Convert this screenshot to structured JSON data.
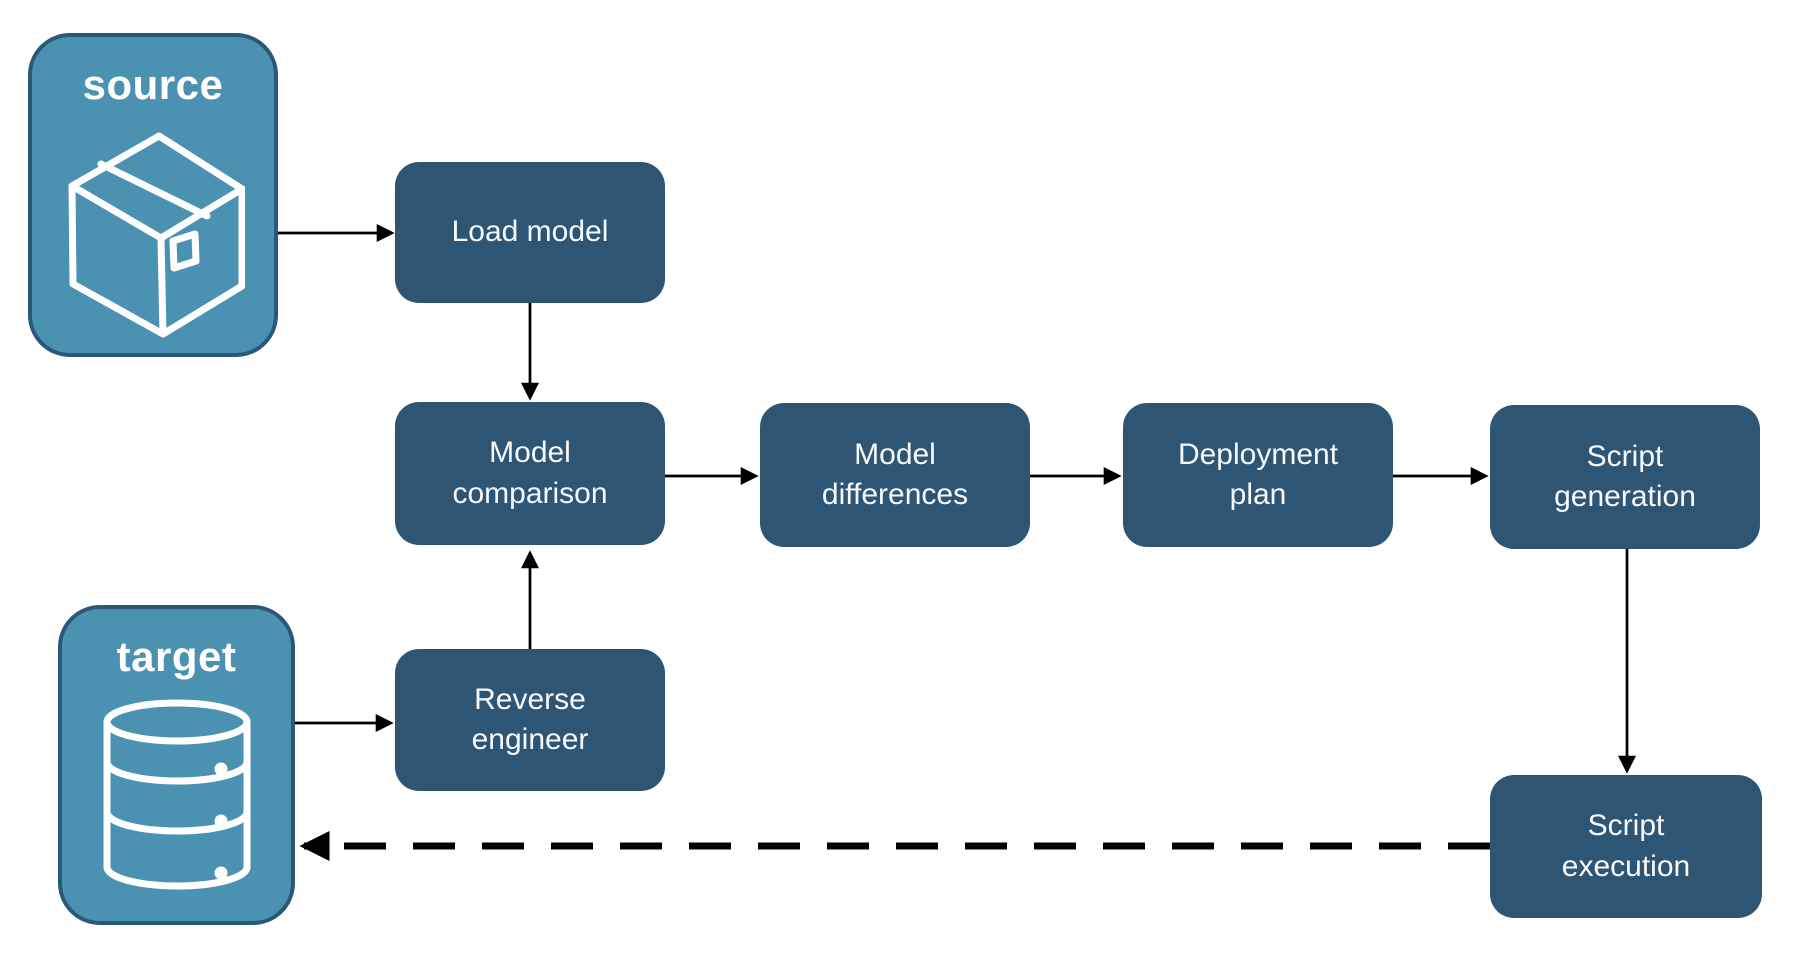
{
  "endpoints": {
    "source": {
      "label": "source",
      "icon": "package-icon"
    },
    "target": {
      "label": "target",
      "icon": "database-icon"
    }
  },
  "nodes": {
    "load_model": {
      "label": "Load model"
    },
    "model_comparison": {
      "label": "Model comparison"
    },
    "model_differences": {
      "label": "Model differences"
    },
    "deployment_plan": {
      "label": "Deployment plan"
    },
    "script_generation": {
      "label": "Script generation"
    },
    "reverse_engineer": {
      "label": "Reverse engineer"
    },
    "script_execution": {
      "label": "Script execution"
    }
  },
  "connections": [
    {
      "from": "source",
      "to": "load_model",
      "style": "solid"
    },
    {
      "from": "load_model",
      "to": "model_comparison",
      "style": "solid"
    },
    {
      "from": "model_comparison",
      "to": "model_differences",
      "style": "solid"
    },
    {
      "from": "model_differences",
      "to": "deployment_plan",
      "style": "solid"
    },
    {
      "from": "deployment_plan",
      "to": "script_generation",
      "style": "solid"
    },
    {
      "from": "script_generation",
      "to": "script_execution",
      "style": "solid"
    },
    {
      "from": "target",
      "to": "reverse_engineer",
      "style": "solid"
    },
    {
      "from": "reverse_engineer",
      "to": "model_comparison",
      "style": "solid"
    },
    {
      "from": "script_execution",
      "to": "target",
      "style": "dashed"
    }
  ],
  "colors": {
    "node_fill": "#2E5674",
    "endpoint_fill": "#4A91B2",
    "endpoint_border": "#2A5878",
    "connector": "#000000",
    "label_text": "#F7FAFC",
    "background": "#FFFFFF"
  }
}
